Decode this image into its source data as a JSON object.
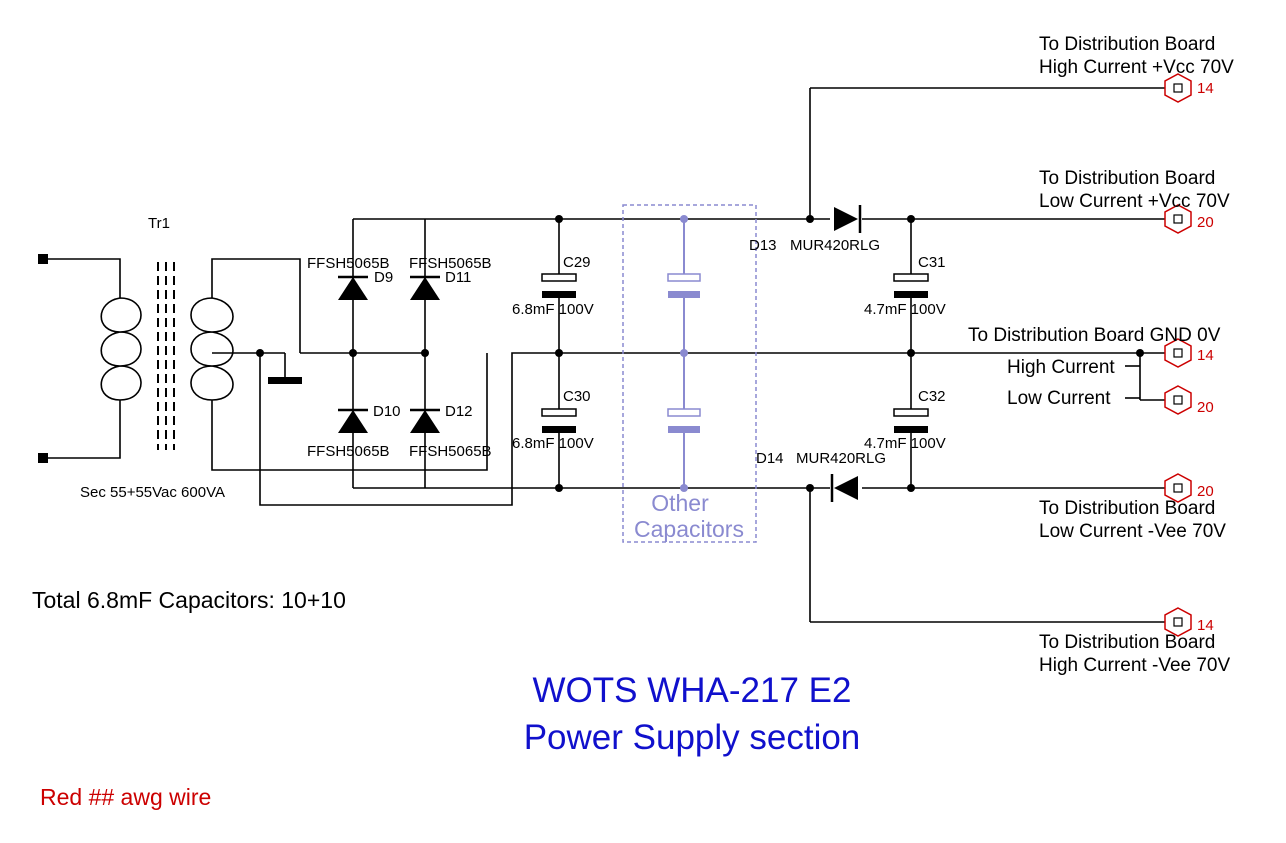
{
  "transformer": {
    "ref": "Tr1",
    "spec": "Sec 55+55Vac 600VA"
  },
  "diodes": {
    "d9": {
      "ref": "D9",
      "part": "FFSH5065B"
    },
    "d11": {
      "ref": "D11",
      "part": "FFSH5065B"
    },
    "d10": {
      "ref": "D10",
      "part": "FFSH5065B"
    },
    "d12": {
      "ref": "D12",
      "part": "FFSH5065B"
    },
    "d13": {
      "ref": "D13",
      "part": "MUR420RLG"
    },
    "d14": {
      "ref": "D14",
      "part": "MUR420RLG"
    }
  },
  "capacitors": {
    "c29": {
      "ref": "C29",
      "value": "6.8mF 100V"
    },
    "c30": {
      "ref": "C30",
      "value": "6.8mF 100V"
    },
    "c31": {
      "ref": "C31",
      "value": "4.7mF 100V"
    },
    "c32": {
      "ref": "C32",
      "value": "4.7mF 100V"
    },
    "other": {
      "line1": "Other",
      "line2": "Capacitors"
    }
  },
  "outputs": {
    "hc_vcc": {
      "line1": "To Distribution Board",
      "line2": "High Current +Vcc 70V",
      "awg": "14"
    },
    "lc_vcc": {
      "line1": "To Distribution Board",
      "line2": "Low Current +Vcc 70V",
      "awg": "20"
    },
    "gnd": {
      "line1": "To Distribution Board GND 0V",
      "high": "High Current",
      "low": "Low Current",
      "awg_high": "14",
      "awg_low": "20"
    },
    "lc_vee": {
      "line1": "To Distribution Board",
      "line2": "Low Current -Vee 70V",
      "awg": "20"
    },
    "hc_vee": {
      "line1": "To Distribution Board",
      "line2": "High Current -Vee 70V",
      "awg": "14"
    }
  },
  "notes": {
    "capacitor_total": "Total 6.8mF Capacitors: 10+10",
    "title_line1": "WOTS WHA-217 E2",
    "title_line2": "Power Supply section",
    "legend": "Red ## awg wire"
  },
  "colors": {
    "wire": "#000000",
    "title": "#1010cc",
    "awg_label": "#cc0000",
    "other_caps": "#8a8ad0"
  }
}
